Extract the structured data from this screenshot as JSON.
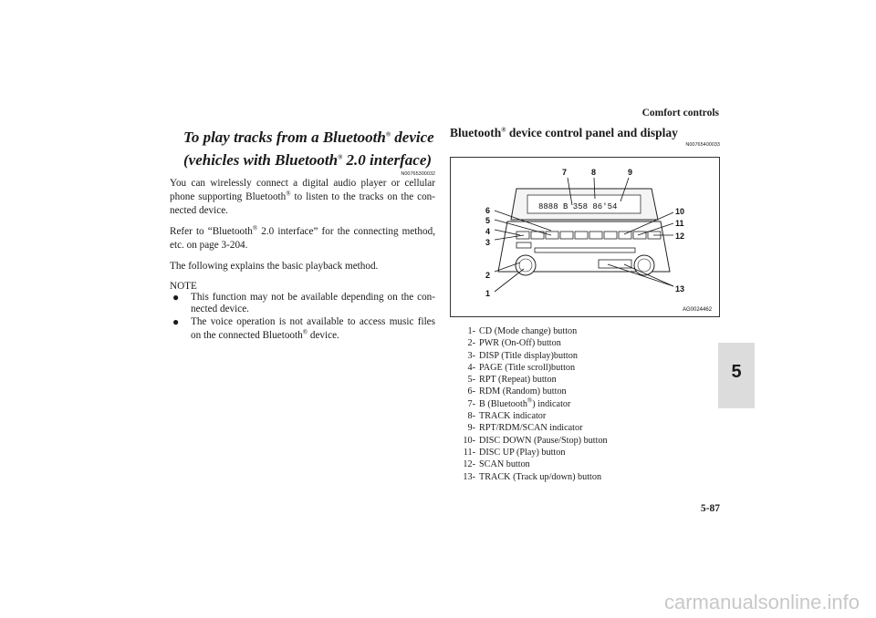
{
  "header": {
    "section_title": "Comfort controls",
    "page_number": "5-87",
    "tab_number": "5"
  },
  "left": {
    "title_line1": "To play tracks from a Bluetooth",
    "title_line1_reg": "®",
    "title_line1_tail": " device",
    "title_line2_head": "(vehicles with Bluetooth",
    "title_line2_reg": "®",
    "title_line2_tail": " 2.0 interface)",
    "code": "N00765300032",
    "p1_a": "You can wirelessly connect a digital audio player or cellular phone supporting Bluetooth",
    "p1_reg": "®",
    "p1_b": " to listen to the tracks on the con-nected device.",
    "p2_a": "Refer to “Bluetooth",
    "p2_reg": "®",
    "p2_b": " 2.0 interface” for the connecting method, etc. on page 3-204.",
    "p3": "The following explains the basic playback method.",
    "note_label": "NOTE",
    "bullet_glyph": "●",
    "note1": "This function may not be available depending on the con-nected device.",
    "note2_a": "The voice operation is not available to access music files on the connected Bluetooth",
    "note2_reg": "®",
    "note2_b": " device."
  },
  "right": {
    "title_a": "Bluetooth",
    "title_reg": "®",
    "title_b": " device control panel and display",
    "code": "N00765400033",
    "figure": {
      "id": "AG0024462",
      "display_text": "8888   B   358  86'54",
      "callouts": [
        "1",
        "2",
        "3",
        "4",
        "5",
        "6",
        "7",
        "8",
        "9",
        "10",
        "11",
        "12",
        "13"
      ]
    },
    "legend": [
      {
        "num": "1-",
        "text": "CD (Mode change) button"
      },
      {
        "num": "2-",
        "text": "PWR (On-Off) button"
      },
      {
        "num": "3-",
        "text": "DISP (Title display)button"
      },
      {
        "num": "4-",
        "text": "PAGE (Title scroll)button"
      },
      {
        "num": "5-",
        "text": "RPT (Repeat) button"
      },
      {
        "num": "6-",
        "text": "RDM (Random) button"
      },
      {
        "num": "7-",
        "text_a": "B (Bluetooth",
        "reg": "®",
        "text_b": ") indicator"
      },
      {
        "num": "8-",
        "text": "TRACK indicator"
      },
      {
        "num": "9-",
        "text": "RPT/RDM/SCAN indicator"
      },
      {
        "num": "10-",
        "text": "DISC DOWN (Pause/Stop) button"
      },
      {
        "num": "11-",
        "text": "DISC UP (Play) button"
      },
      {
        "num": "12-",
        "text": "SCAN button"
      },
      {
        "num": "13-",
        "text": "TRACK (Track up/down) button"
      }
    ]
  },
  "watermark": "carmanualsonline.info"
}
